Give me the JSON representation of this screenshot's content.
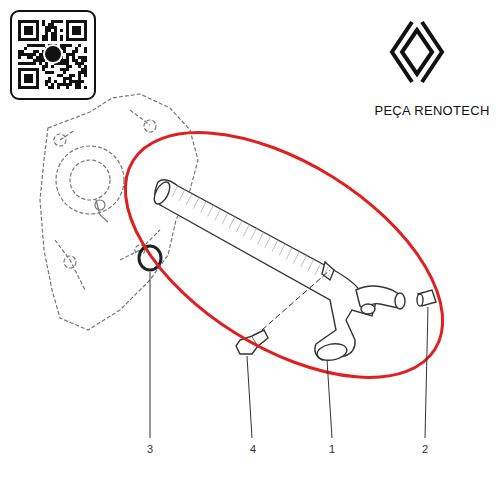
{
  "diagram": {
    "labels": [
      "PEÇA RENOTECH",
      "3",
      "4",
      "1",
      "2"
    ]
  }
}
